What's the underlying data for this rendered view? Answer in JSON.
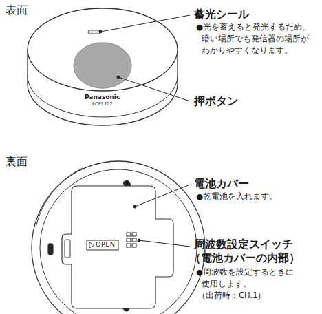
{
  "diagram": {
    "labels": [
      "表面",
      "蓄光シール",
      "●光を蓄えると発光するため、",
      "暗い場所でも発信器の場所が",
      "わかりやすくなります。",
      "Panasonic",
      "ECE1707",
      "押ボタン",
      "裏面",
      "電池カバー",
      "●乾電池を入れます。",
      "OPEN",
      "周波数設定スイッチ",
      "（電池カバーの内部）",
      "●周波数を設定するときに",
      "使用します。",
      "（出荷時：CH.1）"
    ]
  }
}
